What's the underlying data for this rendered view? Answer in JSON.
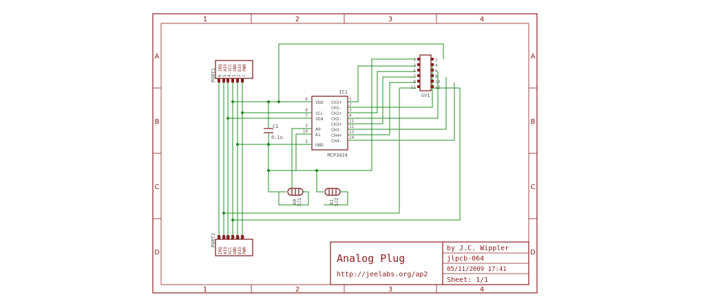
{
  "frame": {
    "columns": [
      "1",
      "2",
      "3",
      "4"
    ],
    "rows": [
      "A",
      "B",
      "C",
      "D"
    ]
  },
  "title_block": {
    "title": "Analog Plug",
    "url": "http://jeelabs.org/ap2",
    "author": "by J.C. Wippler",
    "board": "jlpcb-064",
    "date": "05/11/2009 17:41",
    "sheet": "Sheet: 1/1"
  },
  "ic1": {
    "name": "IC1",
    "value": "MCP3424",
    "left_pins": [
      {
        "num": "6",
        "name": "VDD"
      },
      {
        "num": "8",
        "name": "SCL"
      },
      {
        "num": "7",
        "name": "SDA"
      },
      {
        "num": "3",
        "name": "A0"
      },
      {
        "num": "10",
        "name": "A1"
      },
      {
        "num": "5",
        "name": "GND"
      }
    ],
    "right_pins": [
      {
        "num": "1",
        "name": "CH1+"
      },
      {
        "num": "2",
        "name": "CH1-"
      },
      {
        "num": "3",
        "name": "CH2+"
      },
      {
        "num": "4",
        "name": "CH2-"
      },
      {
        "num": "11",
        "name": "CH3+"
      },
      {
        "num": "12",
        "name": "CH3-"
      },
      {
        "num": "13",
        "name": "CH4+"
      },
      {
        "num": "14",
        "name": "CH4-"
      }
    ]
  },
  "sv1": {
    "name": "SV1",
    "left_pins": [
      "1",
      "3",
      "5",
      "7",
      "9",
      "11"
    ],
    "right_pins": [
      "2",
      "4",
      "6",
      "8",
      "10",
      "12"
    ]
  },
  "port1": {
    "name": "PORT1",
    "pins": [
      "6",
      "5",
      "4",
      "3",
      "2",
      "1"
    ],
    "signals": [
      "IRQ",
      "AIO",
      "VCC",
      "GND",
      "DIO",
      "PWR"
    ]
  },
  "port2": {
    "name": "PORT2",
    "pins": [
      "6",
      "5",
      "4",
      "3",
      "2",
      "1"
    ],
    "signals": [
      "IRQ",
      "AIO",
      "VCC",
      "GND",
      "DIO",
      "PWR"
    ]
  },
  "c1": {
    "name": "C1",
    "value": "0.1u"
  },
  "sj1": {
    "name": "SJ1",
    "value": "A0"
  },
  "sj2": {
    "name": "SJ2",
    "value": "A1"
  }
}
